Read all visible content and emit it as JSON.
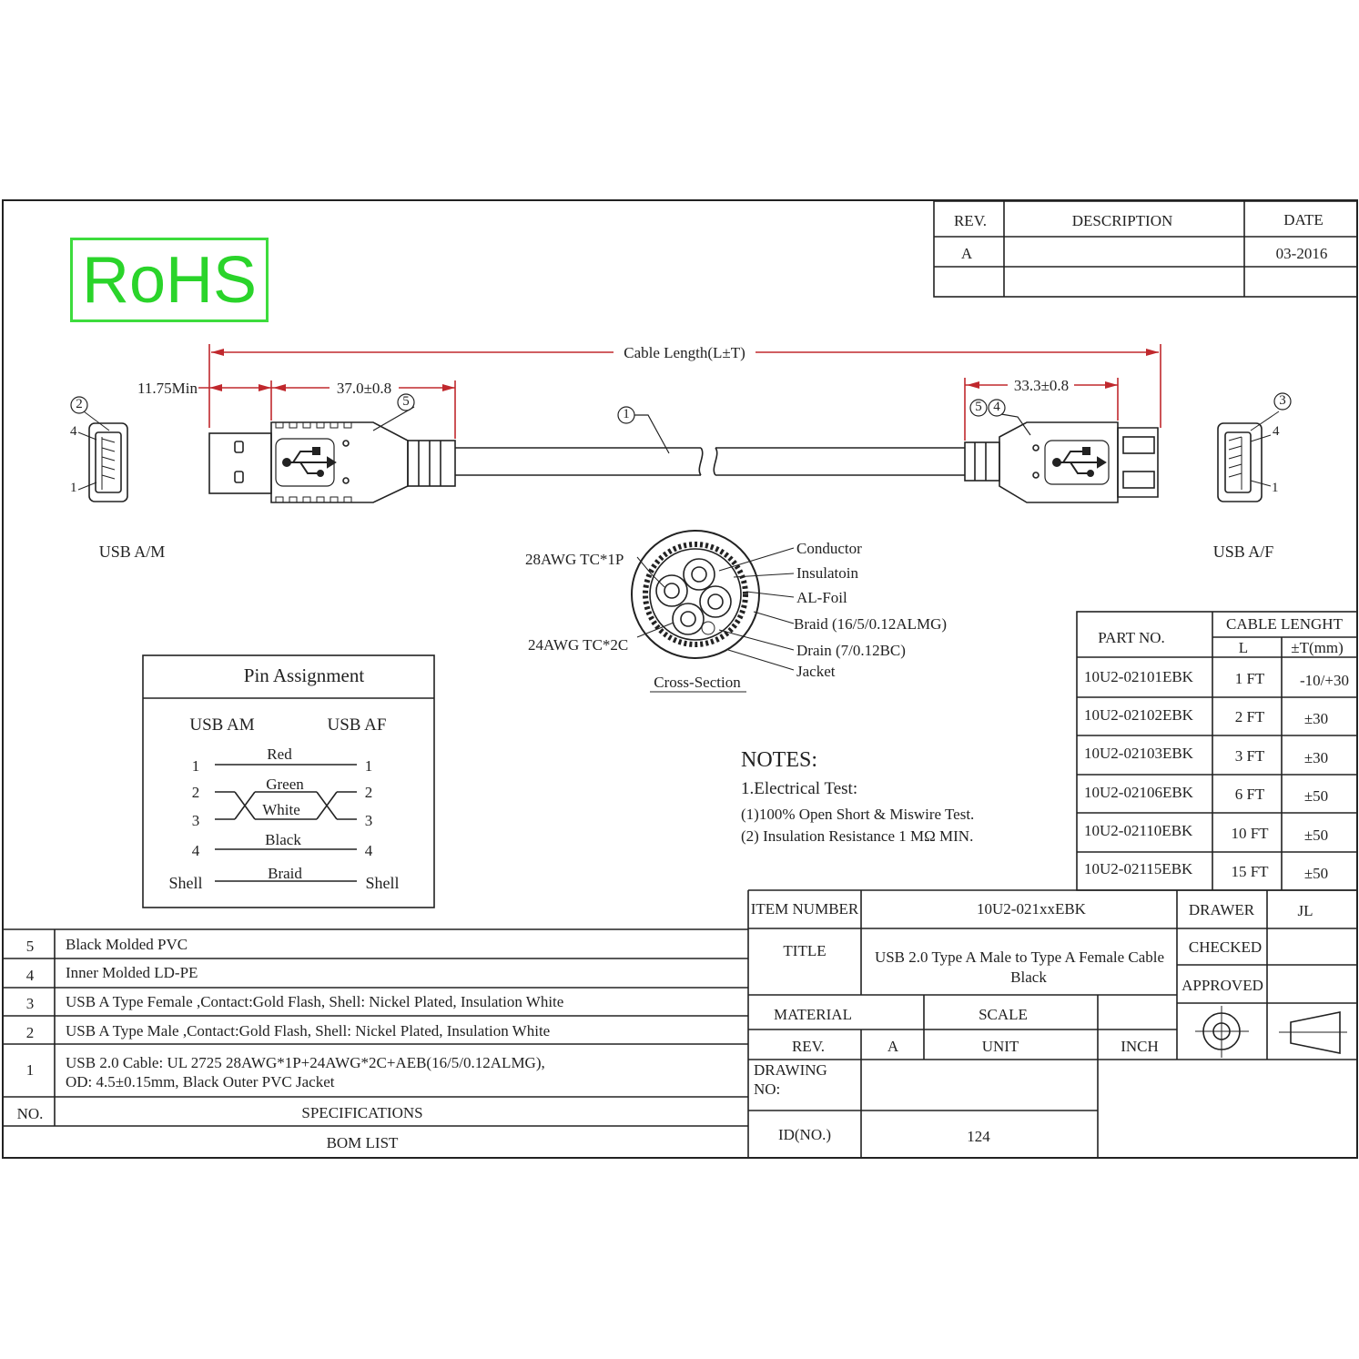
{
  "rohs_logo": "RoHS",
  "revision_table": {
    "headers": [
      "REV.",
      "DESCRIPTION",
      "DATE"
    ],
    "rows": [
      {
        "rev": "A",
        "description": "",
        "date": "03-2016"
      },
      {
        "rev": "",
        "description": "",
        "date": ""
      }
    ]
  },
  "drawing": {
    "dims": {
      "cable_length": "Cable Length(L±T)",
      "min": "11.75Min",
      "male_len": "37.0±0.8",
      "female_len": "33.3±0.8"
    },
    "balloons": {
      "b1": "1",
      "b2_left": "2",
      "b5_left": "5",
      "b5_right": "5",
      "b4_right": "4",
      "b3_right": "3"
    },
    "pin_marks": {
      "left_4": "4",
      "left_1": "1",
      "right_4": "4",
      "right_1": "1"
    },
    "usb_am_label": "USB A/M",
    "usb_af_label": "USB A/F"
  },
  "cross_section": {
    "label_28awg": "28AWG TC*1P",
    "label_24awg": "24AWG TC*2C",
    "caption": "Cross-Section",
    "callouts": [
      "Conductor",
      "Insulatoin",
      "AL-Foil",
      "Braid (16/5/0.12ALMG)",
      "Drain (7/0.12BC)",
      "Jacket"
    ]
  },
  "pin_assignment": {
    "title": "Pin Assignment",
    "col_am": "USB AM",
    "col_af": "USB AF",
    "rows": [
      {
        "left": "1",
        "wire": "Red",
        "right": "1"
      },
      {
        "left": "2",
        "wire": "Green",
        "right": "2"
      },
      {
        "left": "3",
        "wire": "White",
        "right": "3"
      },
      {
        "left": "4",
        "wire": "Black",
        "right": "4"
      },
      {
        "left": "Shell",
        "wire": "Braid",
        "right": "Shell"
      }
    ]
  },
  "notes": {
    "title": "NOTES:",
    "line1": "1.Electrical Test:",
    "line2": "(1)100% Open Short & Miswire Test.",
    "line3": "(2) Insulation Resistance 1 MΩ  MIN."
  },
  "part_table": {
    "header_part": "PART NO.",
    "header_cable": "CABLE LENGHT",
    "header_l": "L",
    "header_t": "±T(mm)",
    "rows": [
      {
        "part": "10U2-02101EBK",
        "l": "1 FT",
        "t": "-10/+30"
      },
      {
        "part": "10U2-02102EBK",
        "l": "2 FT",
        "t": "±30"
      },
      {
        "part": "10U2-02103EBK",
        "l": "3 FT",
        "t": "±30"
      },
      {
        "part": "10U2-02106EBK",
        "l": "6 FT",
        "t": "±50"
      },
      {
        "part": "10U2-02110EBK",
        "l": "10 FT",
        "t": "±50"
      },
      {
        "part": "10U2-02115EBK",
        "l": "15 FT",
        "t": "±50"
      }
    ]
  },
  "bom": {
    "rows": [
      {
        "no": "5",
        "spec": "Black Molded PVC"
      },
      {
        "no": "4",
        "spec": "Inner Molded LD-PE"
      },
      {
        "no": "3",
        "spec": "USB A Type Female ,Contact:Gold Flash, Shell: Nickel Plated, Insulation White"
      },
      {
        "no": "2",
        "spec": "USB A Type Male ,Contact:Gold Flash, Shell: Nickel Plated, Insulation White"
      },
      {
        "no": "1",
        "spec": "USB 2.0 Cable: UL 2725 28AWG*1P+24AWG*2C+AEB(16/5/0.12ALMG),",
        "spec2": "OD: 4.5±0.15mm, Black Outer PVC Jacket"
      }
    ],
    "header_no": "NO.",
    "header_spec": "SPECIFICATIONS",
    "footer": "BOM LIST"
  },
  "title_block": {
    "item_number_label": "ITEM NUMBER",
    "item_number": "10U2-021xxEBK",
    "title_label": "TITLE",
    "title_line1": "USB 2.0 Type A Male to Type A Female Cable",
    "title_line2": "Black",
    "material_label": "MATERIAL",
    "material": "",
    "scale_label": "SCALE",
    "scale": "",
    "rev_label": "REV.",
    "rev": "A",
    "unit_label": "UNIT",
    "unit": "INCH",
    "drawing_no_label_1": "DRAWING",
    "drawing_no_label_2": "NO:",
    "drawing_no": "",
    "id_label": "ID(NO.)",
    "id": "124",
    "drawer_label": "DRAWER",
    "drawer": "JL",
    "checked_label": "CHECKED",
    "checked": "",
    "approved_label": "APPROVED",
    "approved": ""
  }
}
